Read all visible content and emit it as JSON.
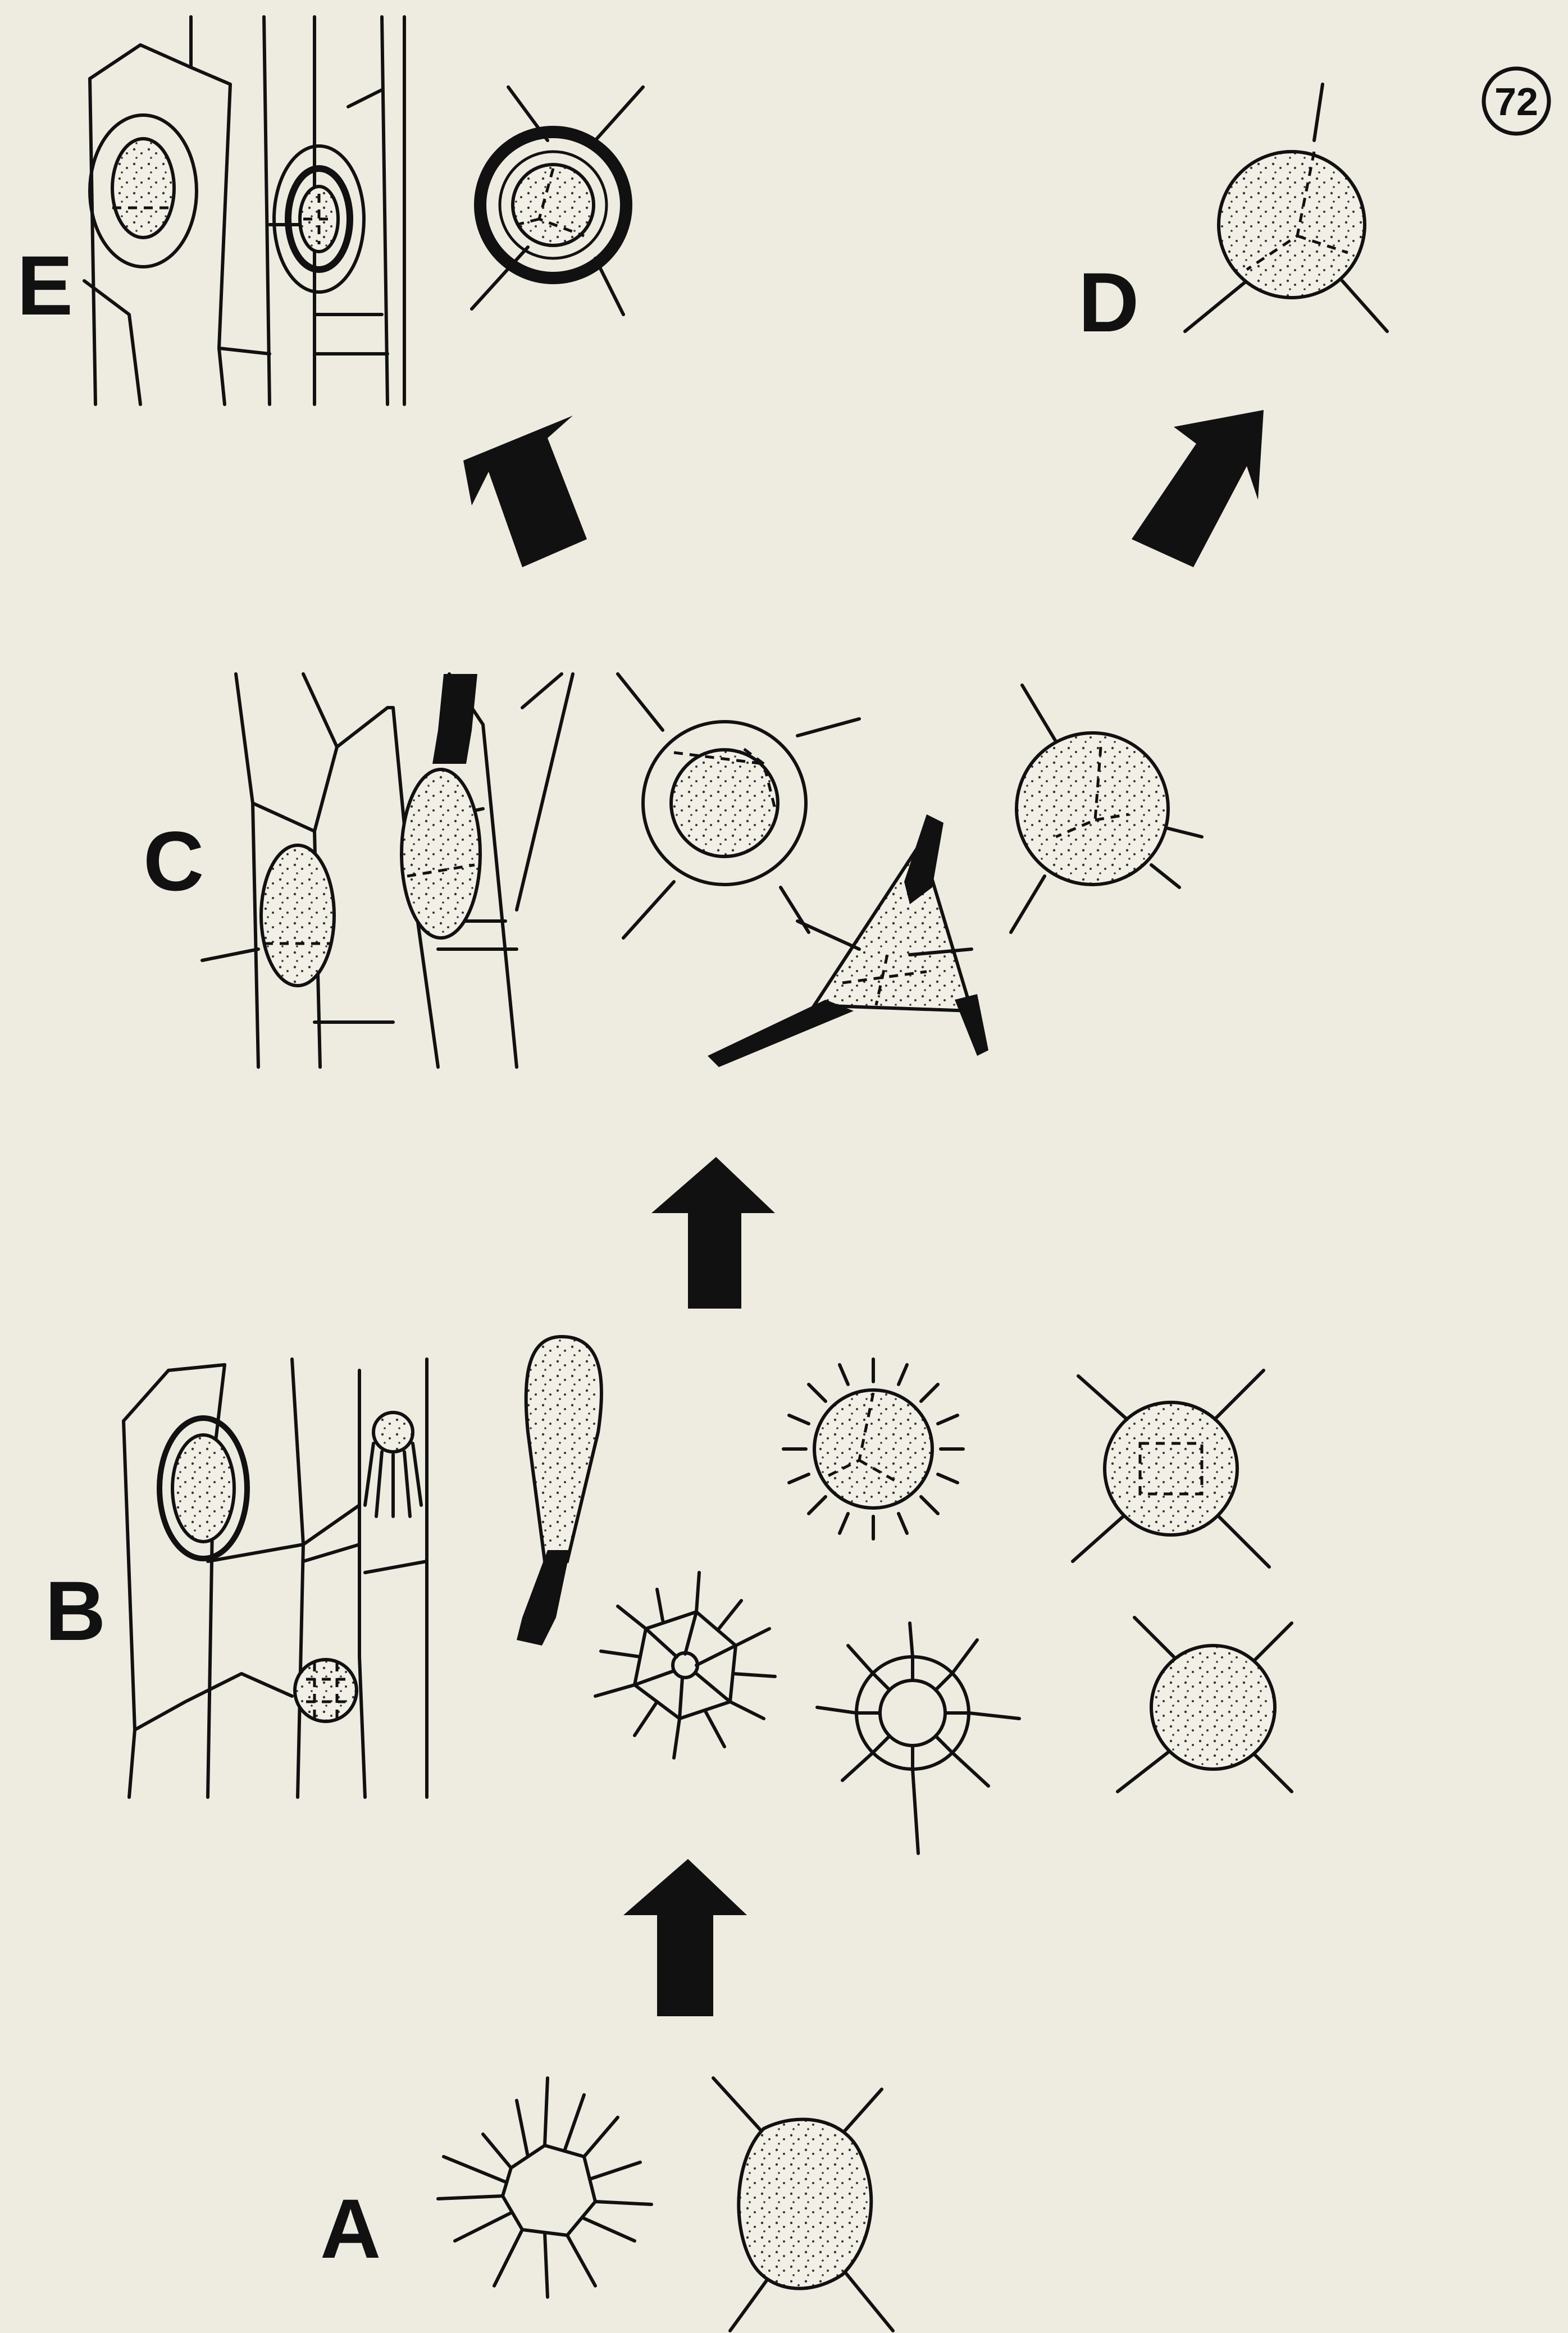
{
  "labels": {
    "page_number": "72",
    "panel_a": "A",
    "panel_b": "B",
    "panel_c": "C",
    "panel_d": "D",
    "panel_e": "E"
  },
  "colors": {
    "background": "#eeebe1",
    "ink": "#111111"
  },
  "icons": {
    "arrows": "thick-black-arrow",
    "spores": "stippled-circle",
    "tissue": "cell-wall-drawing"
  }
}
